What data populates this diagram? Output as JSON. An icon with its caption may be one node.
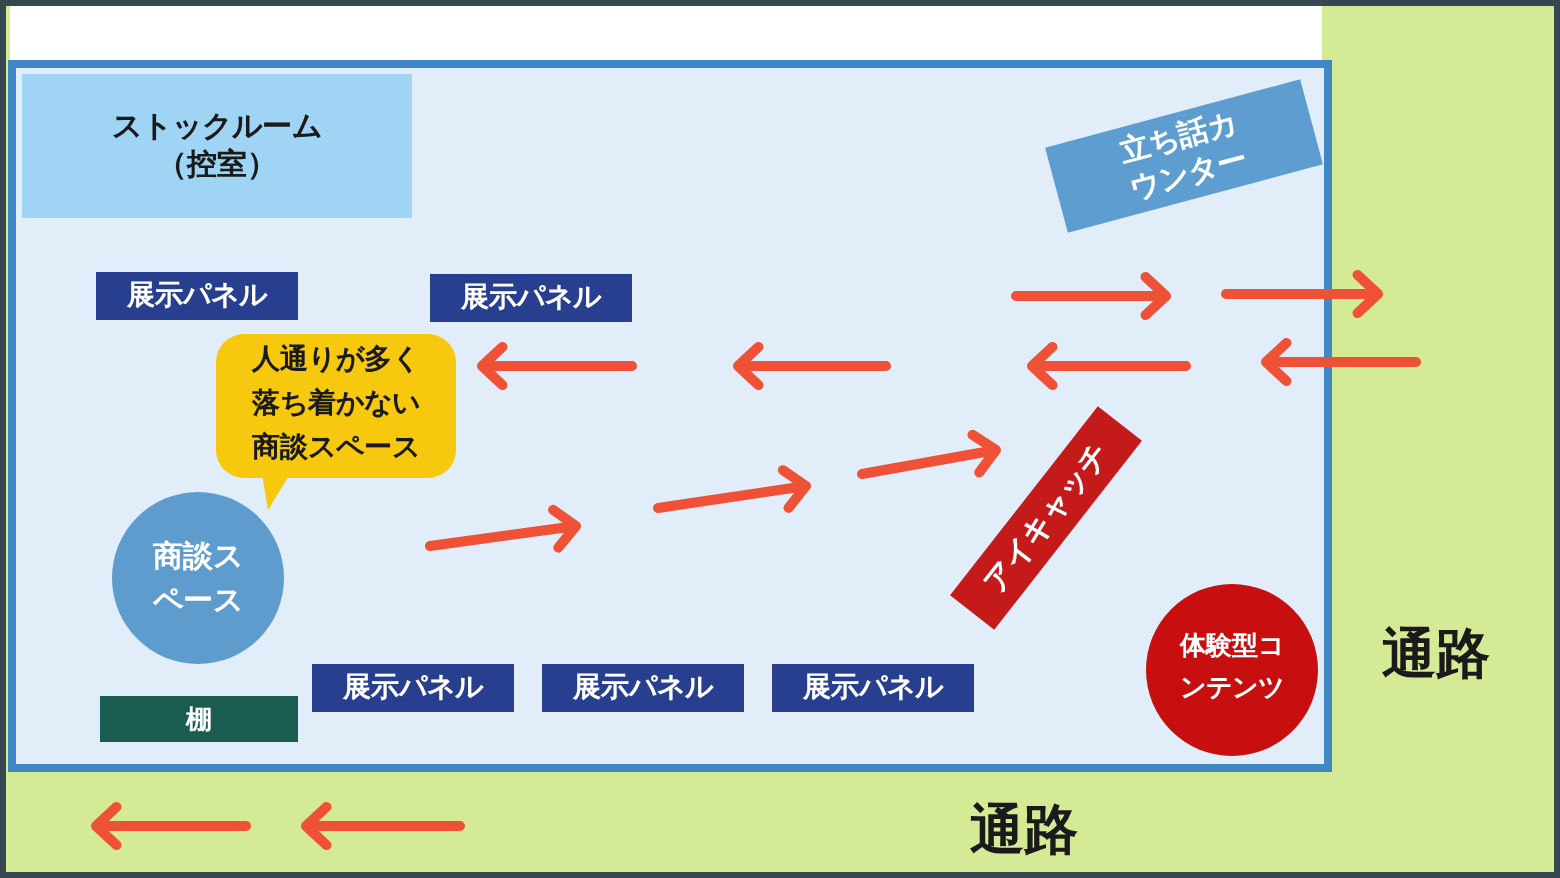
{
  "diagram": {
    "nodes": [
      {
        "text": [],
        "shape": "box"
      },
      {
        "text": [
          "ストックルーム（控室）"
        ],
        "in": 0
      },
      {
        "text": [
          "立ち話カウンター"
        ],
        "in": 0
      },
      {
        "text": [
          "展示パネル"
        ],
        "in": 0
      },
      {
        "text": [
          "展示パネル"
        ],
        "in": 0
      },
      {
        "text": [
          "人通りが多く落ち着かない商談スペース"
        ],
        "in": 0
      },
      {
        "text": [
          "商談スペース"
        ],
        "in": 0
      },
      {
        "text": [
          "アイキャッチ"
        ],
        "in": 0
      },
      {
        "text": [
          "体験型コンテンツ"
        ],
        "in": 0
      },
      {
        "text": [
          "展示パネル"
        ],
        "in": 0
      },
      {
        "text": [
          "展示パネル"
        ],
        "in": 0
      },
      {
        "text": [
          "展示パネル"
        ],
        "in": 0
      },
      {
        "text": [
          "棚"
        ],
        "in": 0
      }
    ],
    "edges": [],
    "labels": [
      "通路",
      "通路"
    ]
  }
}
